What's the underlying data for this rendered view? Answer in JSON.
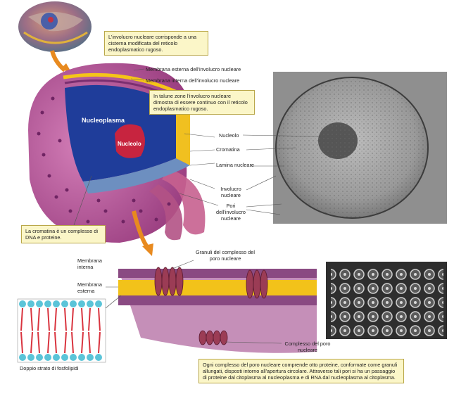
{
  "callouts": {
    "envelope_note": "L'involucro nucleare corrisponde a una cisterna modificata del reticolo endoplasmatico rugoso.",
    "continuity_note": "In talune zone l'involucro nucleare dimostra di essere continuo con il reticolo endoplasmatico rugoso.",
    "chromatin_note": "La cromatina è un complesso di DNA e proteine.",
    "pore_note": "Ogni complesso del poro nucleare comprende otto proteine, conformate come granuli allungati, disposti intorno all'apertura circolare. Attraverso tali pori si ha un passaggio di proteine dal citoplasma al nucleoplasma e di RNA dal nucleoplasma al citoplasma."
  },
  "labels": {
    "outer_membrane": "Membrana esterna dell'involucro nucleare",
    "inner_membrane": "Membrana interna dell'involucro nucleare",
    "nucleoplasm": "Nucleoplasma",
    "nucleolus_inside": "Nucleolo",
    "nucleolus": "Nucleolo",
    "chromatin": "Cromatina",
    "lamina": "Lamina nucleare",
    "envelope": "Involucro nucleare",
    "pores": "Pori dell'involucro nucleare",
    "inner_membrane_short": "Membrana interna",
    "outer_membrane_short": "Membrana esterna",
    "pore_granules": "Granuli del complesso del poro nucleare",
    "pore_complex": "Complesso del poro nucleare",
    "bilayer": "Doppio strato di fosfolipidi"
  }
}
